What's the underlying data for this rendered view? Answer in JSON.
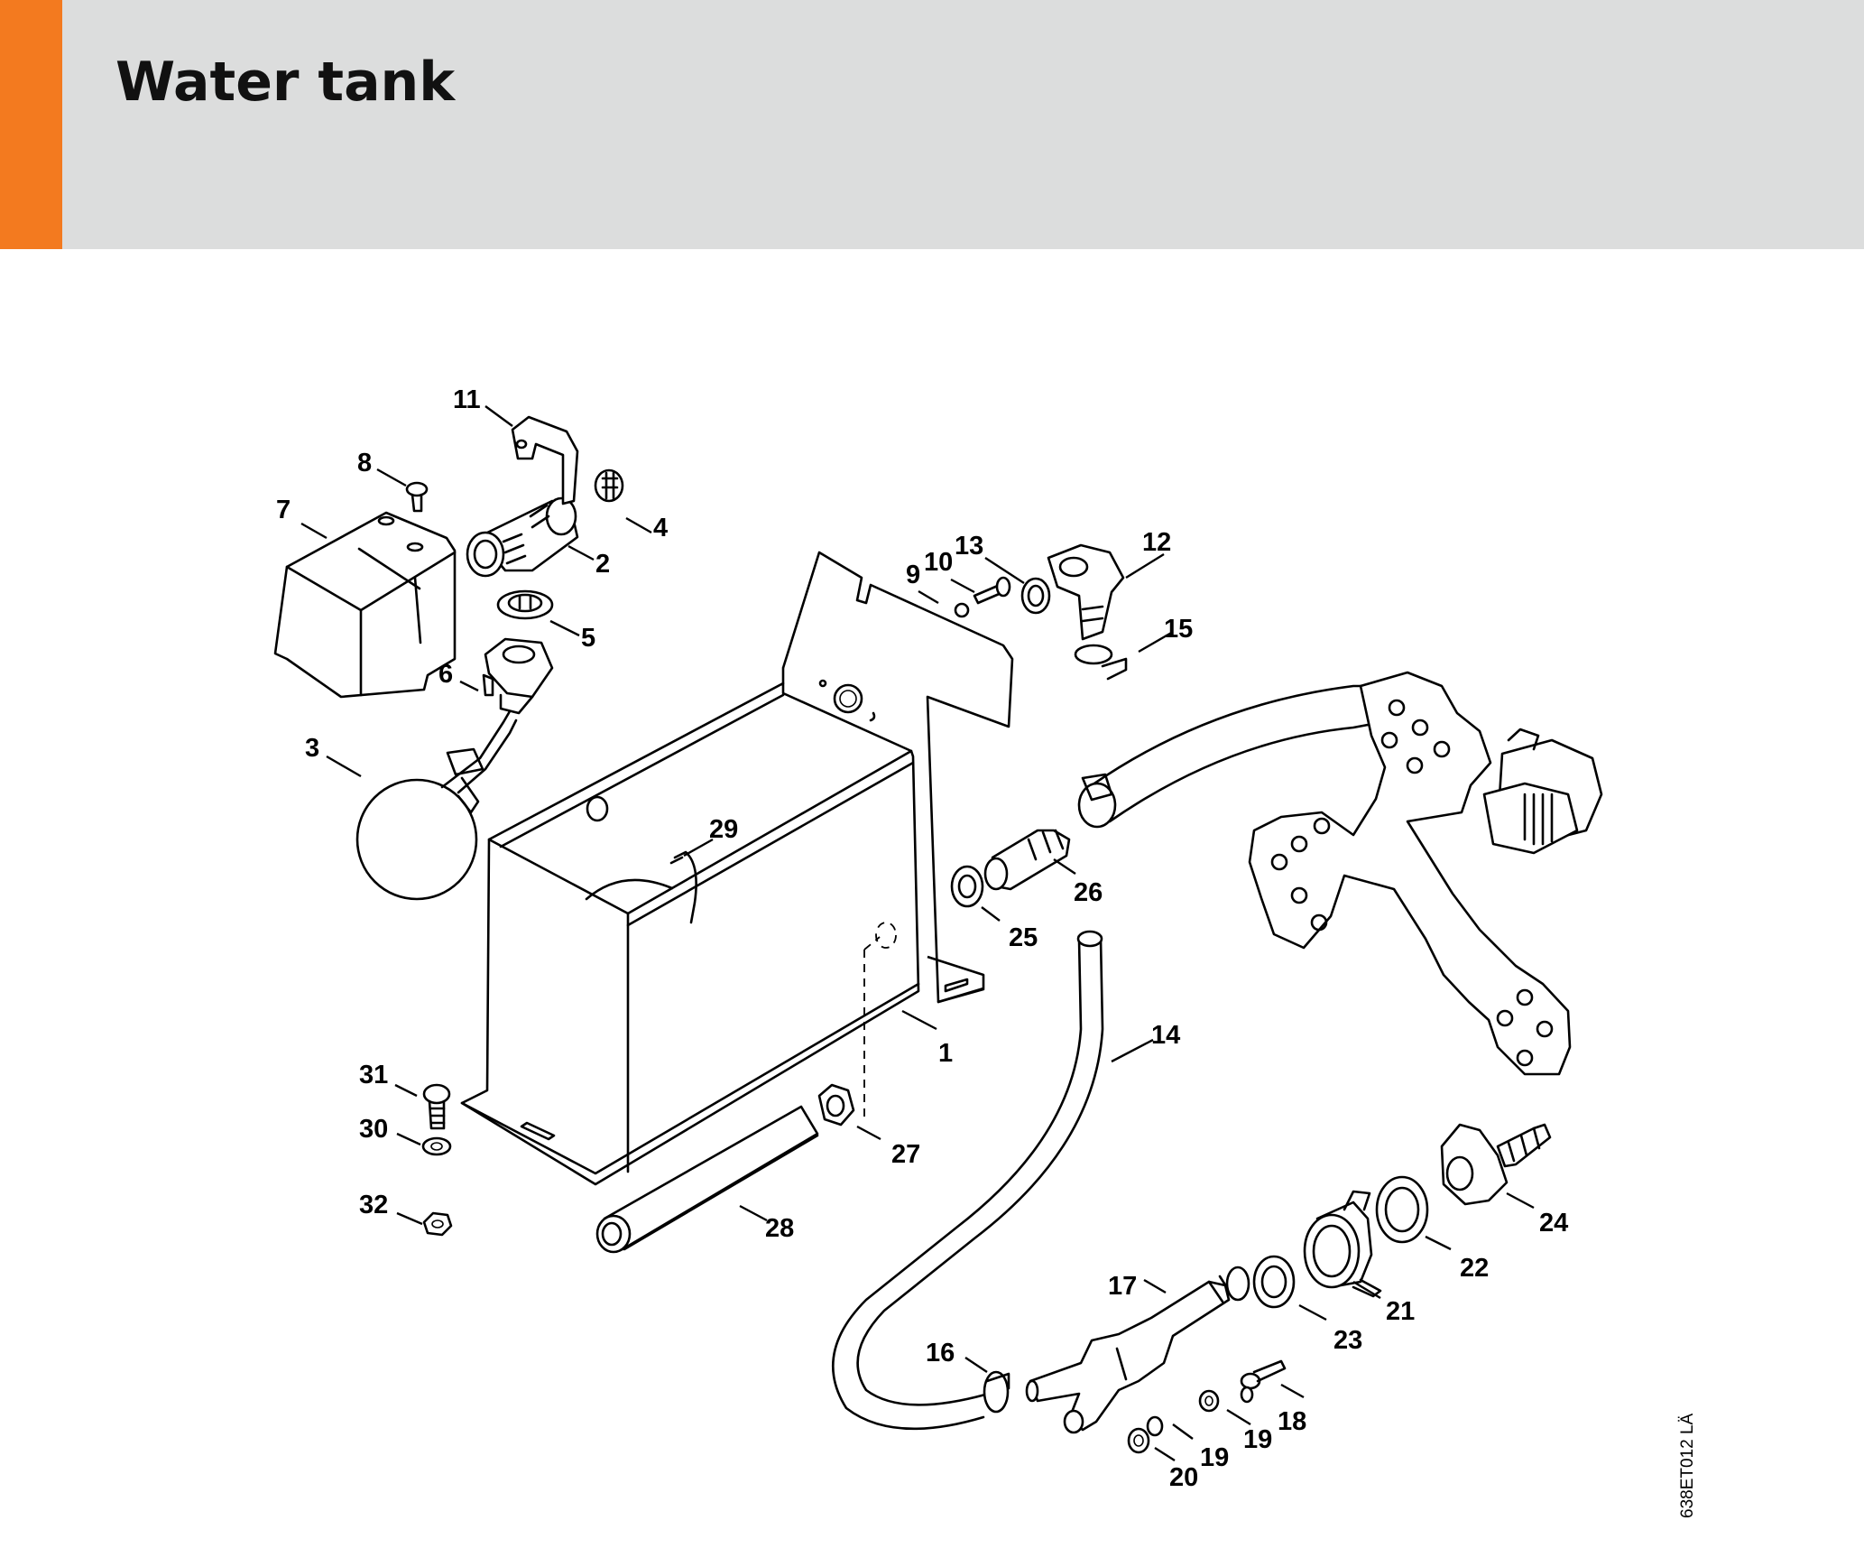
{
  "header": {
    "title": "Water tank",
    "accent_color": "#f37a1f",
    "band_color": "#dcdddd"
  },
  "diagram": {
    "drawing_code": "638ET012 LÄ",
    "callouts": [
      "1",
      "2",
      "3",
      "4",
      "5",
      "6",
      "7",
      "8",
      "9",
      "10",
      "11",
      "12",
      "13",
      "14",
      "15",
      "16",
      "17",
      "18",
      "19",
      "19",
      "20",
      "21",
      "22",
      "23",
      "24",
      "25",
      "26",
      "27",
      "28",
      "29",
      "30",
      "31",
      "32"
    ]
  }
}
